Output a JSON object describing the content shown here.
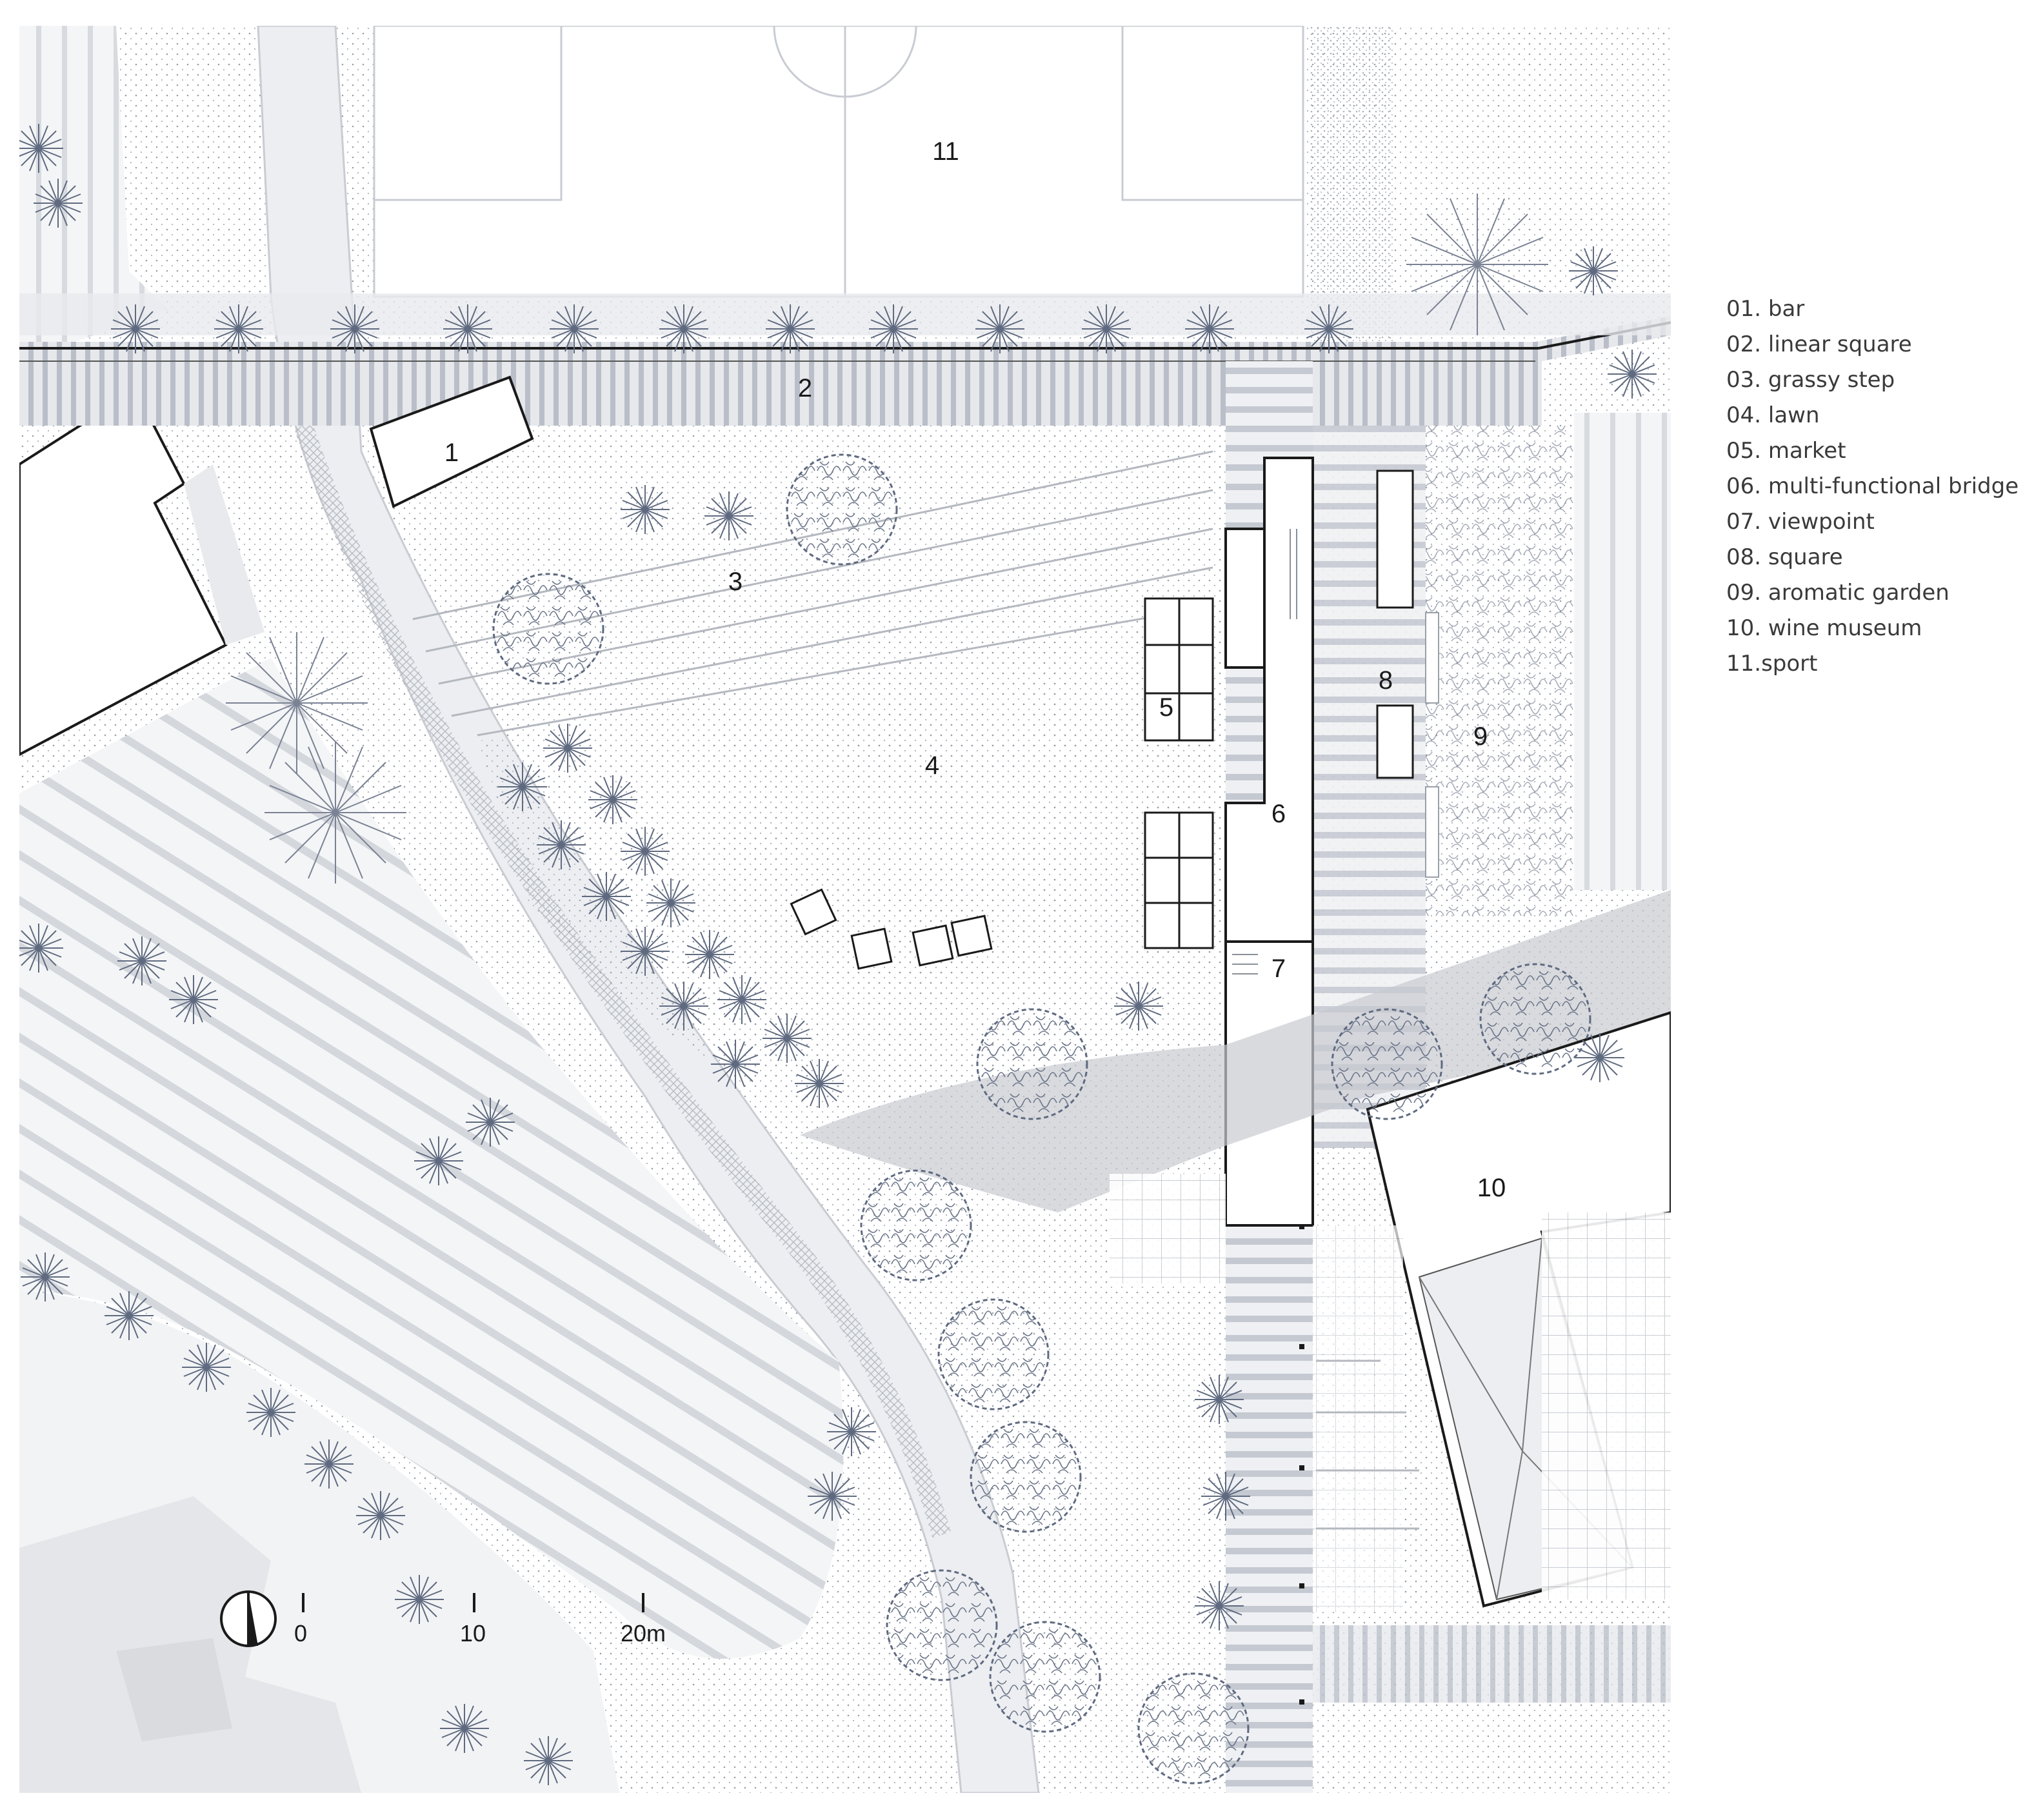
{
  "plan": {
    "zones": [
      {
        "id": "1",
        "label": "1"
      },
      {
        "id": "2",
        "label": "2"
      },
      {
        "id": "3",
        "label": "3"
      },
      {
        "id": "4",
        "label": "4"
      },
      {
        "id": "5",
        "label": "5"
      },
      {
        "id": "6",
        "label": "6"
      },
      {
        "id": "7",
        "label": "7"
      },
      {
        "id": "8",
        "label": "8"
      },
      {
        "id": "9",
        "label": "9"
      },
      {
        "id": "10",
        "label": "10"
      },
      {
        "id": "11",
        "label": "11"
      }
    ],
    "scale_bar": {
      "ticks": [
        "0",
        "10",
        "20m"
      ]
    },
    "north_arrow": {
      "icon": "north-arrow-icon"
    }
  },
  "legend": {
    "items": [
      "01. bar",
      "02. linear square",
      "03. grassy step",
      "04. lawn",
      "05. market",
      "06. multi-functional bridge",
      "07. viewpoint",
      "08. square",
      "09. aromatic garden",
      "10. wine museum",
      "11.sport"
    ]
  },
  "colors": {
    "stroke": "#1a1a1a",
    "soft_line": "#bfc3c8",
    "tree": "#5a6478",
    "shadow": "#d3d5d8",
    "paving": "#c9ccd2"
  }
}
